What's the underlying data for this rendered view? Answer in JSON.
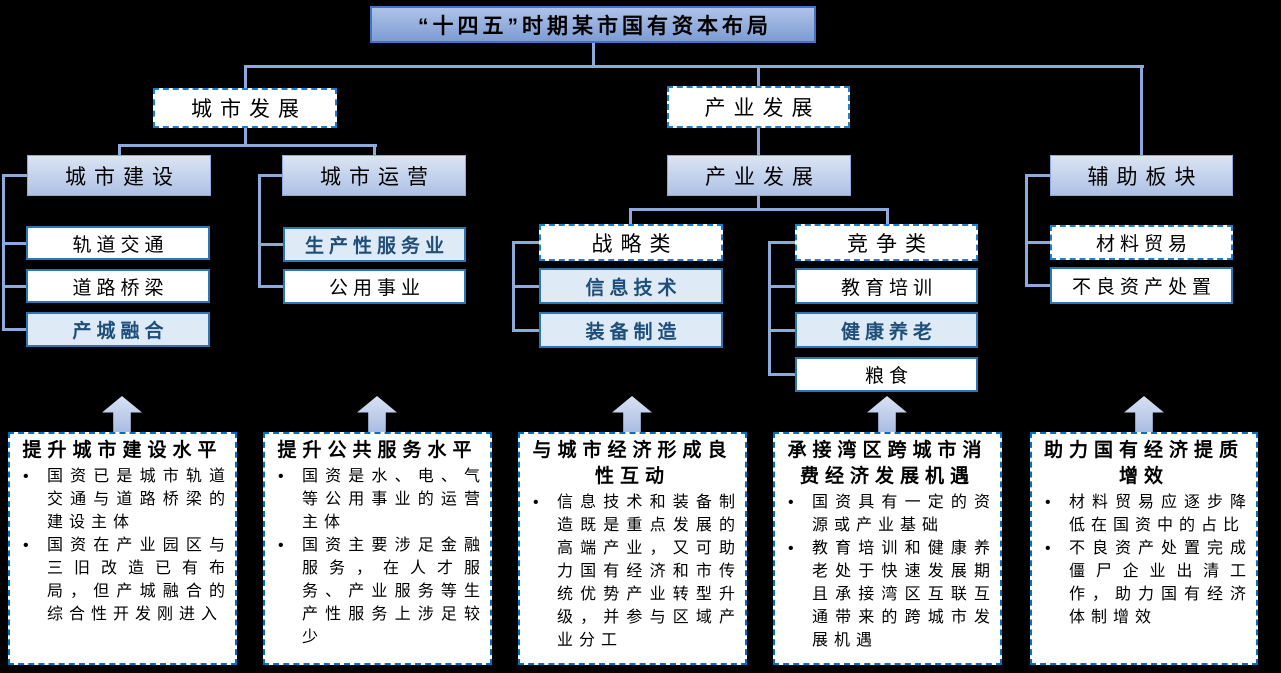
{
  "nodes": {
    "root": "“十四五”时期某市国有资本布局",
    "city_dev": "城市发展",
    "industry_dev": "产业发展",
    "city_build": "城市建设",
    "city_ops": "城市运营",
    "industry_dev2": "产业发展",
    "aux": "辅助板块",
    "strategic": "战略类",
    "competitive": "竞争类",
    "leaves": {
      "rail": "轨道交通",
      "roads": "道路桥梁",
      "fusion": "产城融合",
      "producer": "生产性服务业",
      "utilities": "公用事业",
      "it": "信息技术",
      "equipment": "装备制造",
      "education": "教育培训",
      "health": "健康养老",
      "grain": "粮食",
      "materials": "材料贸易",
      "npl": "不良资产处置"
    }
  },
  "cards": [
    {
      "title": "提升城市建设水平",
      "bullets": [
        "国资已是城市轨道交通与道路桥梁的建设主体",
        "国资在产业园区与三旧改造已有布局，但产城融合的综合性开发刚进入"
      ]
    },
    {
      "title": "提升公共服务水平",
      "bullets": [
        "国资是水、电、气等公用事业的运营主体",
        "国资主要涉足金融服务，在人才服务、产业服务等生产性服务上涉足较少"
      ]
    },
    {
      "title": "与城市经济形成良性互动",
      "bullets": [
        "信息技术和装备制造既是重点发展的高端产业，又可助力国有经济和市传统优势产业转型升级，并参与区域产业分工"
      ]
    },
    {
      "title": "承接湾区跨城市消费经济发展机遇",
      "bullets": [
        "国资具有一定的资源或产业基础",
        "教育培训和健康养老处于快速发展期且承接湾区互联互通带来的跨城市发展机遇"
      ]
    },
    {
      "title": "助力国有经济提质增效",
      "bullets": [
        "材料贸易应逐步降低在国资中的占比",
        "不良资产处置完成僵尸企业出清工作，助力国有经济体制增效"
      ]
    }
  ],
  "colors": {
    "background": "#000000",
    "connector": "#8EA9DB",
    "solid_border": "#2E75B6",
    "dashed_border": "#1F7ED0",
    "card_border": "#0070C0",
    "highlight_fill": "#DEEBF7",
    "highlight_text": "#1F4E79",
    "header_gradient_top": "#DCE4F4",
    "header_gradient_bottom": "#AEC1E5",
    "root_gradient_top": "#AEC3E8",
    "root_gradient_bottom": "#7E9CD3",
    "arrow_fill": "#B9C9E8"
  }
}
